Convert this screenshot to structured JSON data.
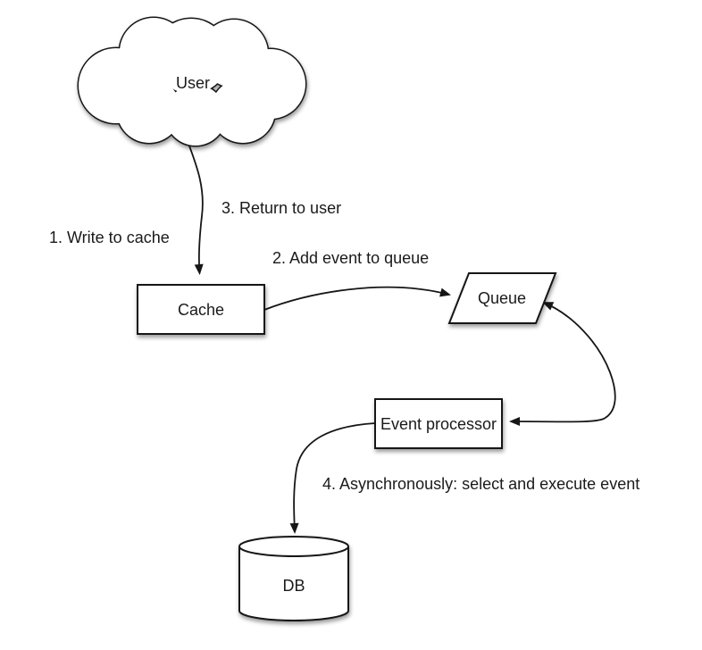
{
  "diagram": {
    "background": "#ffffff",
    "stroke_color": "#161616",
    "text_color": "#1a1a1a",
    "nodes": {
      "user": {
        "label": "User",
        "shape": "cloud"
      },
      "cache": {
        "label": "Cache",
        "shape": "rectangle"
      },
      "queue": {
        "label": "Queue",
        "shape": "parallelogram"
      },
      "event_processor": {
        "label": "Event processor",
        "shape": "rectangle"
      },
      "db": {
        "label": "DB",
        "shape": "cylinder"
      }
    },
    "steps": [
      {
        "n": 1,
        "text": "1. Write to cache"
      },
      {
        "n": 2,
        "text": "2. Add event to queue"
      },
      {
        "n": 3,
        "text": "3. Return to user"
      },
      {
        "n": 4,
        "text": "4. Asynchronously: select and execute event"
      }
    ],
    "edges": [
      {
        "from": "user",
        "to": "cache",
        "arrow": "end"
      },
      {
        "from": "cache",
        "to": "queue",
        "arrow": "end"
      },
      {
        "from": "queue",
        "to": "event_processor",
        "arrow": "both"
      },
      {
        "from": "event_processor",
        "to": "db",
        "arrow": "end"
      }
    ]
  }
}
